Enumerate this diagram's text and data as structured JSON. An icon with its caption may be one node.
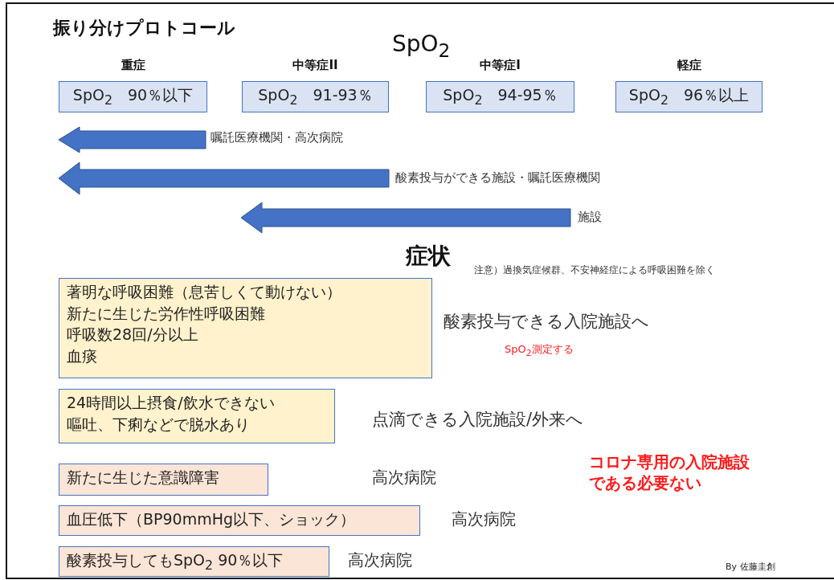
{
  "diagram": {
    "title": "振り分けプロトコール",
    "nodes": [
      {
        "text": [
          "重症",
          "SpO$_{2}$　90％以下"
        ]
      },
      {
        "text": [
          "中等症II",
          "SpO$_{2}$　91-93％"
        ]
      },
      {
        "text": [
          "中等症I",
          "SpO$_{2}$　94-95％"
        ]
      },
      {
        "text": [
          "軽症",
          "SpO$_{2}$　96％以上"
        ]
      },
      {
        "text": [
          "著明な呼吸困難（息苦しくて動けない）",
          "新たに生じた労作性呼吸困難",
          "呼吸数28回/分以上",
          "血痰"
        ],
        "beside": [
          "酸素投与できる入院施設へ",
          "SpO$_{2}$測定する"
        ]
      },
      {
        "text": [
          "24時間以上摂食/飲水できない",
          "嘔吐、下痢などで脱水あり"
        ],
        "beside": [
          "点滴できる入院施設/外来へ"
        ]
      },
      {
        "text": [
          "新たに生じた意識障害"
        ]
      },
      {
        "text": [
          "血圧低下（BP90mmHg以下、ショック）"
        ],
        "beside": [
          "高次病院"
        ]
      },
      {
        "text": [
          "酸素投与してもSpO$_{2}$ 90％以下"
        ],
        "beside": [
          "高次病院"
        ]
      }
    ],
    "labels": [
      "SpO$_{2}$",
      "嘱託医療機関・高次病院",
      "酸素投与ができる施設・嘱託医療機関",
      "施設",
      "症状",
      "注意）過換気症候群、不安神経症による呼吸困難を除く",
      "高次病院",
      "コロナ専用の入院施設である必要ない",
      "By 佐藤圭創"
    ]
  }
}
